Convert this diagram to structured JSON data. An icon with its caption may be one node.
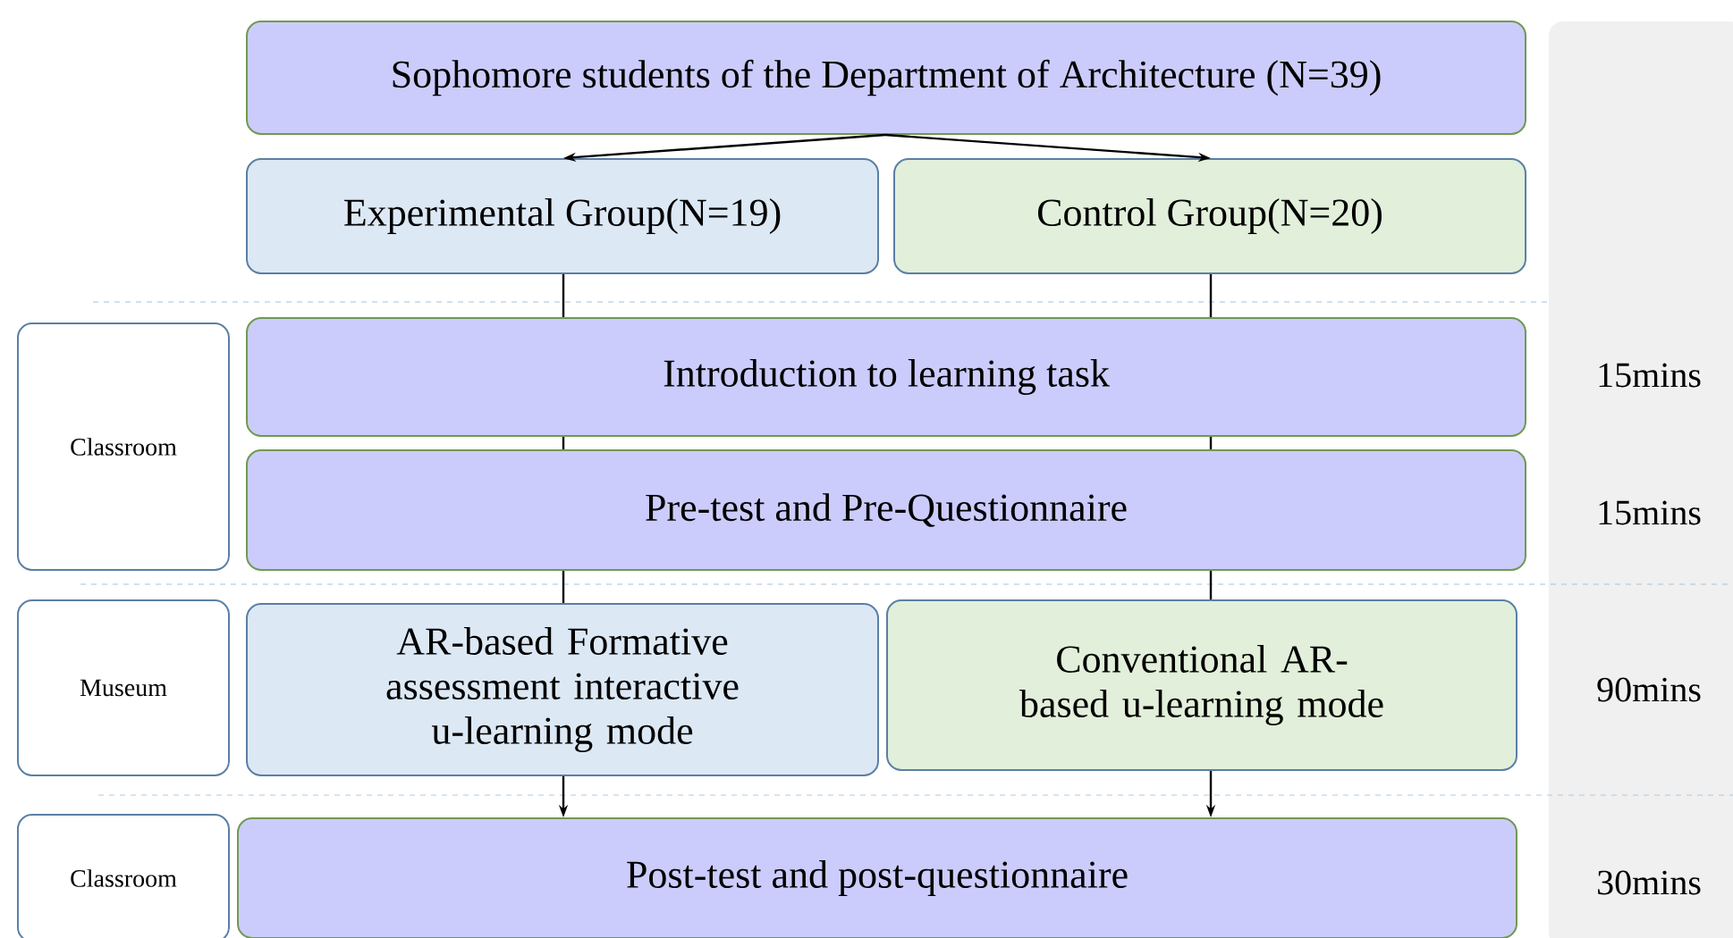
{
  "diagram": {
    "nodes": [
      {
        "text": [
          "Sophomore students of the Department of Architecture (N=39)"
        ]
      },
      {
        "text": [
          "Experimental Group(N=19)"
        ]
      },
      {
        "text": [
          "Control Group(N=20)"
        ]
      },
      {
        "text": [
          "Introduction to learning task"
        ]
      },
      {
        "text": [
          "Pre-test and Pre-Questionnaire"
        ]
      },
      {
        "text": [
          "AR-based Formative assessment interactive u-learning mode"
        ]
      },
      {
        "text": [
          "Conventional AR-based u-learning mode"
        ]
      },
      {
        "text": [
          "Post-test and post-questionnaire"
        ]
      },
      {
        "text": [
          "Classroom"
        ]
      },
      {
        "text": [
          "Museum"
        ]
      },
      {
        "text": [
          "Classroom"
        ]
      }
    ],
    "edges": [
      {
        "from": 0,
        "to": 1,
        "arrow": "to"
      },
      {
        "from": 0,
        "to": 2,
        "arrow": "to"
      },
      {
        "from": 1,
        "to": 3,
        "arrow": "none"
      },
      {
        "from": 2,
        "to": 3,
        "arrow": "none"
      },
      {
        "from": 3,
        "to": 4,
        "arrow": "none"
      },
      {
        "from": 3,
        "to": 4,
        "arrow": "none"
      },
      {
        "from": 4,
        "to": 5,
        "arrow": "none"
      },
      {
        "from": 4,
        "to": 6,
        "arrow": "none"
      },
      {
        "from": 5,
        "to": 7,
        "arrow": "to"
      },
      {
        "from": 6,
        "to": 7,
        "arrow": "to"
      }
    ],
    "labels": [
      "15mins",
      "15mins",
      "90mins",
      "30mins"
    ]
  }
}
